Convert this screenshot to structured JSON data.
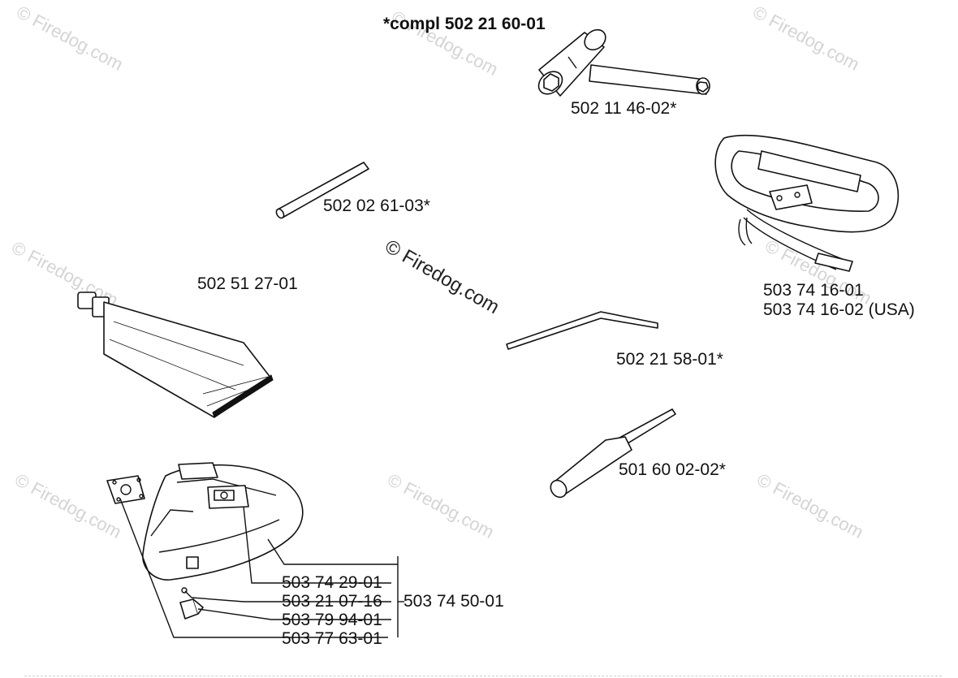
{
  "title": "*compl 502 21 60-01",
  "watermark": {
    "text": "© Firedog.com"
  },
  "parts": {
    "socket_wrench": "502 11 46-02*",
    "pin": "502 02 61-03*",
    "grease_tube": "502 51 27-01",
    "harness_1": "503 74 16-01",
    "harness_2": "503 74 16-02 (USA)",
    "hex_key": "502 21 58-01*",
    "file": "501 60 02-02*",
    "guard_body": "503 74 29-01",
    "screw": "503 21 07-16",
    "clip": "503 79 94-01",
    "plate": "503 77 63-01",
    "guard_assembly": "503 74 50-01"
  },
  "colors": {
    "ink": "#111111",
    "watermark": "#d4d4d4",
    "background": "#ffffff"
  }
}
